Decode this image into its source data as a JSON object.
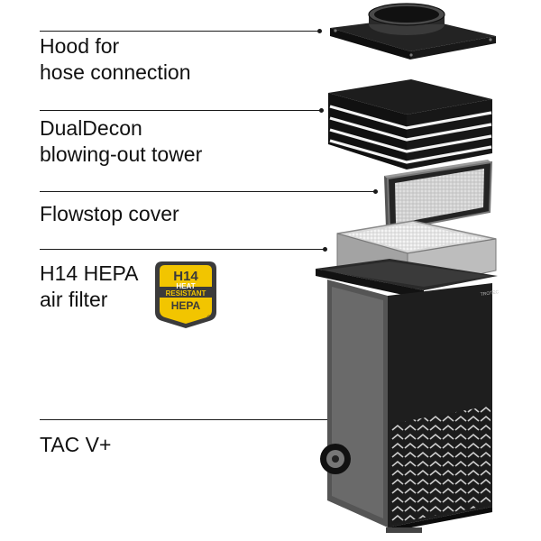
{
  "labels": {
    "hood": {
      "line1": "Hood for",
      "line2": "hose connection"
    },
    "tower": {
      "line1": "DualDecon",
      "line2": "blowing-out tower"
    },
    "flowstop": {
      "line1": "Flowstop cover"
    },
    "filter": {
      "line1": "H14 HEPA",
      "line2": "air filter"
    },
    "unit": {
      "line1": "TAC V+"
    }
  },
  "badge": {
    "grade": "H14",
    "word1": "HEAT",
    "word2": "RESISTANT",
    "word3": "HEPA",
    "mark": "®"
  },
  "brand_mark": "TROTEC",
  "colors": {
    "badge_yellow": "#f2c500",
    "badge_dark": "#3b3b3b",
    "unit_body": "#1e1e1e"
  }
}
